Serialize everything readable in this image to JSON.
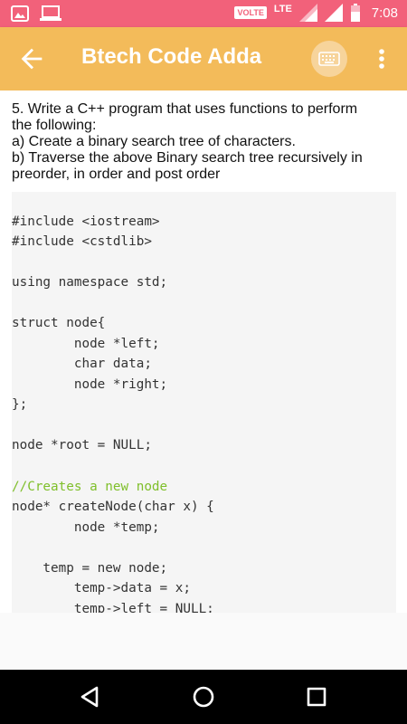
{
  "status_bar": {
    "volte": "VOLTE",
    "network": "LTE",
    "time": "7:08",
    "icons": [
      "image-icon",
      "laptop-icon",
      "signal-icon",
      "battery-icon"
    ]
  },
  "app_bar": {
    "title": "Btech Code Adda",
    "icons": [
      "back-arrow-icon",
      "keyboard-icon",
      "more-vert-icon"
    ]
  },
  "content": {
    "question": [
      "5. Write a C++ program that uses functions to perform",
      "the following:",
      "a) Create a binary search tree of characters.",
      "b) Traverse the above Binary search tree recursively in",
      "preorder, in order and post order"
    ],
    "code_lines": [
      "#include <iostream>",
      "#include <cstdlib>",
      "",
      "using namespace std;",
      "",
      "struct node{",
      "        node *left;",
      "        char data;",
      "        node *right;",
      "};",
      "",
      "node *root = NULL;",
      "",
      "//Creates a new node",
      "node* createNode(char x) {",
      "        node *temp;",
      "",
      "    temp = new node;",
      "        temp->data = x;",
      "        temp->left = NULL;"
    ],
    "comment_line_index": 13
  },
  "colors": {
    "status_bar": "#f2617a",
    "app_bar": "#f3bb5a",
    "comment": "#7fbf2a",
    "code_bg": "#f5f5f5"
  },
  "nav_bar": {
    "icons": [
      "back-triangle-icon",
      "home-circle-icon",
      "recents-square-icon"
    ]
  }
}
